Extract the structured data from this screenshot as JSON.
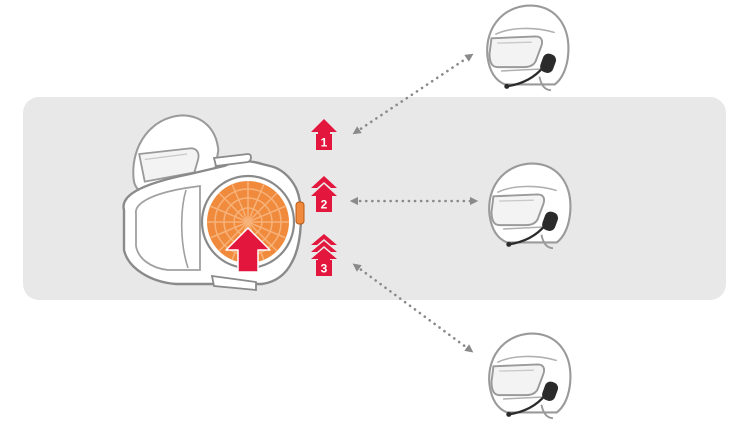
{
  "colors": {
    "panel": "#e8e8e8",
    "accent_red": "#e3173e",
    "dial_orange": "#f08a3c",
    "dial_light": "#f7b27a",
    "link_dots": "#8a8a8a",
    "outline": "#9a9a9a"
  },
  "main_device": {
    "icon": "intercom-device-with-orange-dial-icon"
  },
  "steps": [
    {
      "label": "1",
      "icon": "single-arrow-up-icon"
    },
    {
      "label": "2",
      "icon": "double-arrow-up-icon"
    },
    {
      "label": "3",
      "icon": "triple-arrow-up-icon"
    }
  ],
  "remote_helmets": [
    {
      "icon": "helmet-with-headset-icon"
    },
    {
      "icon": "helmet-with-headset-icon"
    },
    {
      "icon": "helmet-with-headset-icon"
    }
  ],
  "links": [
    {
      "icon": "dotted-double-arrow-icon"
    },
    {
      "icon": "dotted-double-arrow-icon"
    },
    {
      "icon": "dotted-double-arrow-icon"
    }
  ]
}
